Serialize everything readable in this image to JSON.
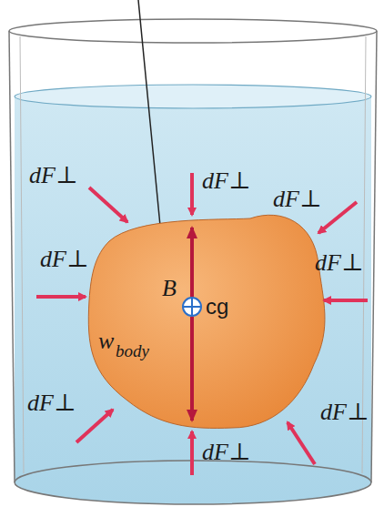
{
  "diagram": {
    "labels": [
      "dF⊥",
      "dF⊥",
      "dF⊥",
      "dF⊥",
      "dF⊥",
      "dF⊥",
      "dF⊥",
      "dF⊥",
      "B",
      "w",
      "body",
      "cg"
    ]
  }
}
